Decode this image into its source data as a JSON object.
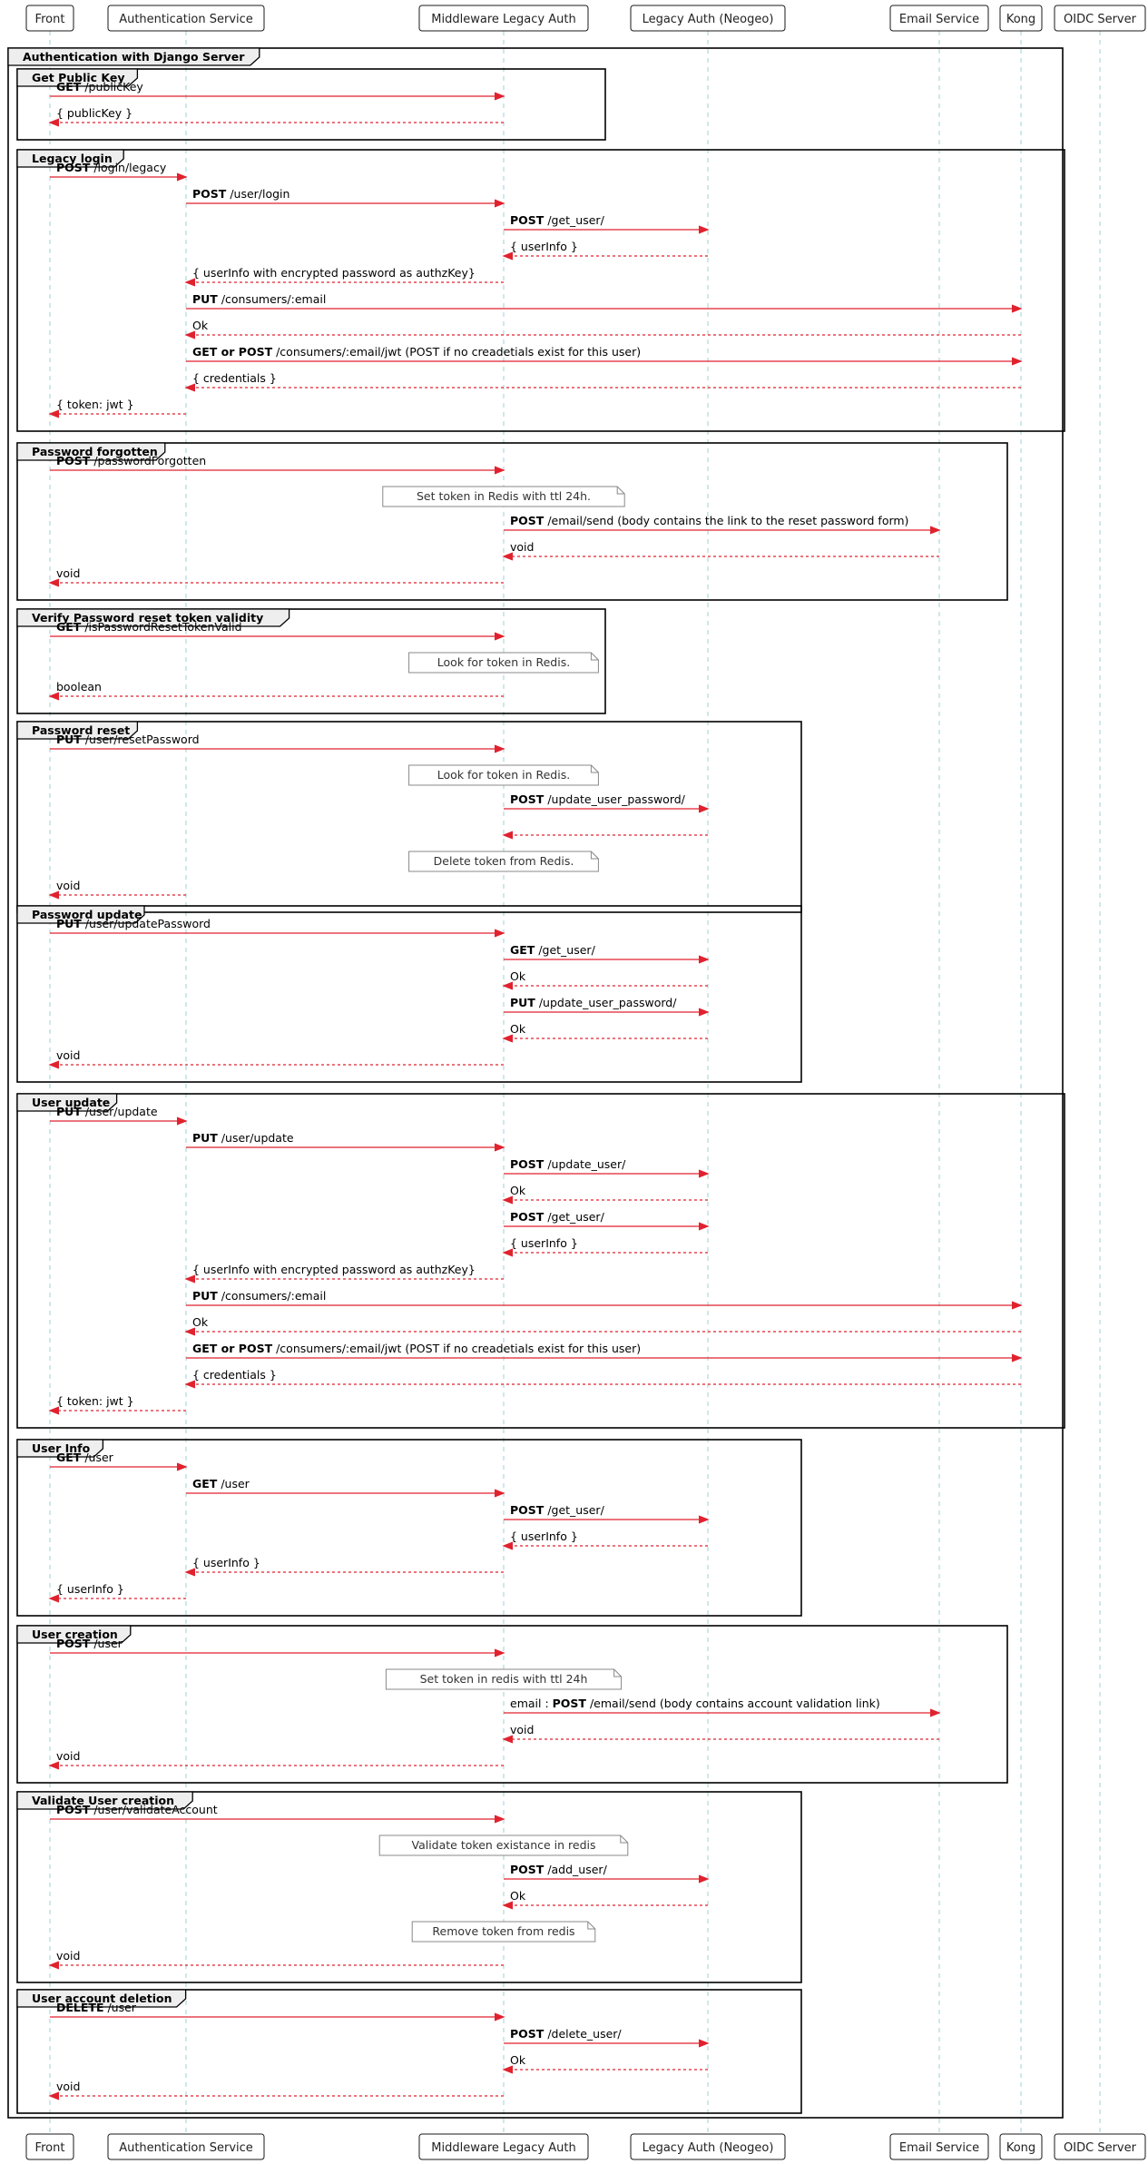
{
  "participants": [
    {
      "id": "front",
      "label": "Front"
    },
    {
      "id": "auth",
      "label": "Authentication Service"
    },
    {
      "id": "mla",
      "label": "Middleware Legacy Auth"
    },
    {
      "id": "neogeo",
      "label": "Legacy Auth (Neogeo)"
    },
    {
      "id": "email",
      "label": "Email Service"
    },
    {
      "id": "kong",
      "label": "Kong"
    },
    {
      "id": "oidc",
      "label": "OIDC Server"
    }
  ],
  "outer_group": {
    "label": "Authentication with Django Server"
  },
  "groups": [
    {
      "label": "Get Public Key",
      "items": [
        {
          "kind": "msg",
          "from": "front",
          "to": "mla",
          "method": "GET",
          "text": "/publicKey",
          "dashed": false
        },
        {
          "kind": "msg",
          "from": "mla",
          "to": "front",
          "method": "",
          "text": "{ publicKey }",
          "dashed": true
        }
      ]
    },
    {
      "label": "Legacy login",
      "items": [
        {
          "kind": "msg",
          "from": "front",
          "to": "auth",
          "method": "POST",
          "text": "/login/legacy",
          "dashed": false
        },
        {
          "kind": "msg",
          "from": "auth",
          "to": "mla",
          "method": "POST",
          "text": "/user/login",
          "dashed": false
        },
        {
          "kind": "msg",
          "from": "mla",
          "to": "neogeo",
          "method": "POST",
          "text": "/get_user/",
          "dashed": false
        },
        {
          "kind": "msg",
          "from": "neogeo",
          "to": "mla",
          "method": "",
          "text": "{ userInfo }",
          "dashed": true
        },
        {
          "kind": "msg",
          "from": "mla",
          "to": "auth",
          "method": "",
          "text": "{ userInfo with encrypted password as authzKey}",
          "dashed": true
        },
        {
          "kind": "msg",
          "from": "auth",
          "to": "kong",
          "method": "PUT",
          "text": "/consumers/:email",
          "dashed": false
        },
        {
          "kind": "msg",
          "from": "kong",
          "to": "auth",
          "method": "",
          "text": "Ok",
          "dashed": true
        },
        {
          "kind": "msg",
          "from": "auth",
          "to": "kong",
          "method": "GET or POST",
          "text": "/consumers/:email/jwt (POST if no creadetials exist for this user)",
          "dashed": false
        },
        {
          "kind": "msg",
          "from": "kong",
          "to": "auth",
          "method": "",
          "text": "{ credentials }",
          "dashed": true
        },
        {
          "kind": "msg",
          "from": "auth",
          "to": "front",
          "method": "",
          "text": "{ token: jwt }",
          "dashed": true
        }
      ]
    },
    {
      "label": "Password forgotten",
      "items": [
        {
          "kind": "msg",
          "from": "front",
          "to": "mla",
          "method": "POST",
          "text": "/passwordForgotten",
          "dashed": false
        },
        {
          "kind": "note",
          "over": "mla",
          "text": "Set token in Redis with ttl 24h."
        },
        {
          "kind": "msg",
          "from": "mla",
          "to": "email",
          "method": "POST",
          "text": "/email/send (body contains the link to the reset password form)",
          "dashed": false
        },
        {
          "kind": "msg",
          "from": "email",
          "to": "mla",
          "method": "",
          "text": "void",
          "dashed": true
        },
        {
          "kind": "msg",
          "from": "mla",
          "to": "front",
          "method": "",
          "text": "void",
          "dashed": true
        }
      ]
    },
    {
      "label": "Verify Password reset token validity",
      "items": [
        {
          "kind": "msg",
          "from": "front",
          "to": "mla",
          "method": "GET",
          "text": "/isPasswordResetTokenValid",
          "dashed": false
        },
        {
          "kind": "note",
          "over": "mla",
          "text": "Look for token in Redis."
        },
        {
          "kind": "msg",
          "from": "mla",
          "to": "front",
          "method": "",
          "text": "boolean",
          "dashed": true
        }
      ]
    },
    {
      "label": "Password reset",
      "items": [
        {
          "kind": "msg",
          "from": "front",
          "to": "mla",
          "method": "PUT",
          "text": "/user/resetPassword",
          "dashed": false
        },
        {
          "kind": "note",
          "over": "mla",
          "text": "Look for token in Redis."
        },
        {
          "kind": "msg",
          "from": "mla",
          "to": "neogeo",
          "method": "POST",
          "text": "/update_user_password/",
          "dashed": false
        },
        {
          "kind": "msg",
          "from": "neogeo",
          "to": "mla",
          "method": "",
          "text": "",
          "dashed": true
        },
        {
          "kind": "note",
          "over": "mla",
          "text": "Delete token from Redis."
        },
        {
          "kind": "msg",
          "from": "auth",
          "to": "front",
          "method": "",
          "text": "void",
          "dashed": true
        }
      ]
    },
    {
      "label": "Password update",
      "items": [
        {
          "kind": "msg",
          "from": "front",
          "to": "mla",
          "method": "PUT",
          "text": "/user/updatePassword",
          "dashed": false
        },
        {
          "kind": "msg",
          "from": "mla",
          "to": "neogeo",
          "method": "GET",
          "text": "/get_user/",
          "dashed": false
        },
        {
          "kind": "msg",
          "from": "neogeo",
          "to": "mla",
          "method": "",
          "text": "Ok",
          "dashed": true
        },
        {
          "kind": "msg",
          "from": "mla",
          "to": "neogeo",
          "method": "PUT",
          "text": "/update_user_password/",
          "dashed": false
        },
        {
          "kind": "msg",
          "from": "neogeo",
          "to": "mla",
          "method": "",
          "text": "Ok",
          "dashed": true
        },
        {
          "kind": "msg",
          "from": "mla",
          "to": "front",
          "method": "",
          "text": "void",
          "dashed": true
        }
      ]
    },
    {
      "label": "User update",
      "items": [
        {
          "kind": "msg",
          "from": "front",
          "to": "auth",
          "method": "PUT",
          "text": "/user/update",
          "dashed": false
        },
        {
          "kind": "msg",
          "from": "auth",
          "to": "mla",
          "method": "PUT",
          "text": "/user/update",
          "dashed": false
        },
        {
          "kind": "msg",
          "from": "mla",
          "to": "neogeo",
          "method": "POST",
          "text": "/update_user/",
          "dashed": false
        },
        {
          "kind": "msg",
          "from": "neogeo",
          "to": "mla",
          "method": "",
          "text": "Ok",
          "dashed": true
        },
        {
          "kind": "msg",
          "from": "mla",
          "to": "neogeo",
          "method": "POST",
          "text": "/get_user/",
          "dashed": false
        },
        {
          "kind": "msg",
          "from": "neogeo",
          "to": "mla",
          "method": "",
          "text": "{ userInfo }",
          "dashed": true
        },
        {
          "kind": "msg",
          "from": "mla",
          "to": "auth",
          "method": "",
          "text": "{ userInfo with encrypted password as authzKey}",
          "dashed": true
        },
        {
          "kind": "msg",
          "from": "auth",
          "to": "kong",
          "method": "PUT",
          "text": "/consumers/:email",
          "dashed": false
        },
        {
          "kind": "msg",
          "from": "kong",
          "to": "auth",
          "method": "",
          "text": "Ok",
          "dashed": true
        },
        {
          "kind": "msg",
          "from": "auth",
          "to": "kong",
          "method": "GET or POST",
          "text": "/consumers/:email/jwt (POST if no creadetials exist for this user)",
          "dashed": false
        },
        {
          "kind": "msg",
          "from": "kong",
          "to": "auth",
          "method": "",
          "text": "{ credentials }",
          "dashed": true
        },
        {
          "kind": "msg",
          "from": "auth",
          "to": "front",
          "method": "",
          "text": "{ token: jwt }",
          "dashed": true
        }
      ]
    },
    {
      "label": "User Info",
      "items": [
        {
          "kind": "msg",
          "from": "front",
          "to": "auth",
          "method": "GET",
          "text": "/user",
          "dashed": false
        },
        {
          "kind": "msg",
          "from": "auth",
          "to": "mla",
          "method": "GET",
          "text": "/user",
          "dashed": false
        },
        {
          "kind": "msg",
          "from": "mla",
          "to": "neogeo",
          "method": "POST",
          "text": "/get_user/",
          "dashed": false
        },
        {
          "kind": "msg",
          "from": "neogeo",
          "to": "mla",
          "method": "",
          "text": "{ userInfo }",
          "dashed": true
        },
        {
          "kind": "msg",
          "from": "mla",
          "to": "auth",
          "method": "",
          "text": "{ userInfo }",
          "dashed": true
        },
        {
          "kind": "msg",
          "from": "auth",
          "to": "front",
          "method": "",
          "text": "{ userInfo }",
          "dashed": true
        }
      ]
    },
    {
      "label": "User creation",
      "items": [
        {
          "kind": "msg",
          "from": "front",
          "to": "mla",
          "method": "POST",
          "text": "/user",
          "dashed": false
        },
        {
          "kind": "note",
          "over": "mla",
          "text": "Set token in redis with ttl 24h"
        },
        {
          "kind": "msg",
          "from": "mla",
          "to": "email",
          "prefix": "email : ",
          "method": "POST",
          "text": "/email/send (body contains account validation link)",
          "dashed": false
        },
        {
          "kind": "msg",
          "from": "email",
          "to": "mla",
          "method": "",
          "text": "void",
          "dashed": true
        },
        {
          "kind": "msg",
          "from": "mla",
          "to": "front",
          "method": "",
          "text": "void",
          "dashed": true
        }
      ]
    },
    {
      "label": "Validate User creation",
      "items": [
        {
          "kind": "msg",
          "from": "front",
          "to": "mla",
          "method": "POST",
          "text": "/user/validateAccount",
          "dashed": false
        },
        {
          "kind": "note",
          "over": "mla",
          "text": "Validate token existance in redis"
        },
        {
          "kind": "msg",
          "from": "mla",
          "to": "neogeo",
          "method": "POST",
          "text": "/add_user/",
          "dashed": false
        },
        {
          "kind": "msg",
          "from": "neogeo",
          "to": "mla",
          "method": "",
          "text": "Ok",
          "dashed": true
        },
        {
          "kind": "note",
          "over": "mla",
          "text": "Remove token from redis"
        },
        {
          "kind": "msg",
          "from": "mla",
          "to": "front",
          "method": "",
          "text": "void",
          "dashed": true
        }
      ]
    },
    {
      "label": "User account deletion",
      "items": [
        {
          "kind": "msg",
          "from": "front",
          "to": "mla",
          "method": "DELETE",
          "text": "/user",
          "dashed": false
        },
        {
          "kind": "msg",
          "from": "mla",
          "to": "neogeo",
          "method": "POST",
          "text": "/delete_user/",
          "dashed": false
        },
        {
          "kind": "msg",
          "from": "neogeo",
          "to": "mla",
          "method": "",
          "text": "Ok",
          "dashed": true
        },
        {
          "kind": "msg",
          "from": "mla",
          "to": "front",
          "method": "",
          "text": "void",
          "dashed": true
        }
      ]
    }
  ]
}
